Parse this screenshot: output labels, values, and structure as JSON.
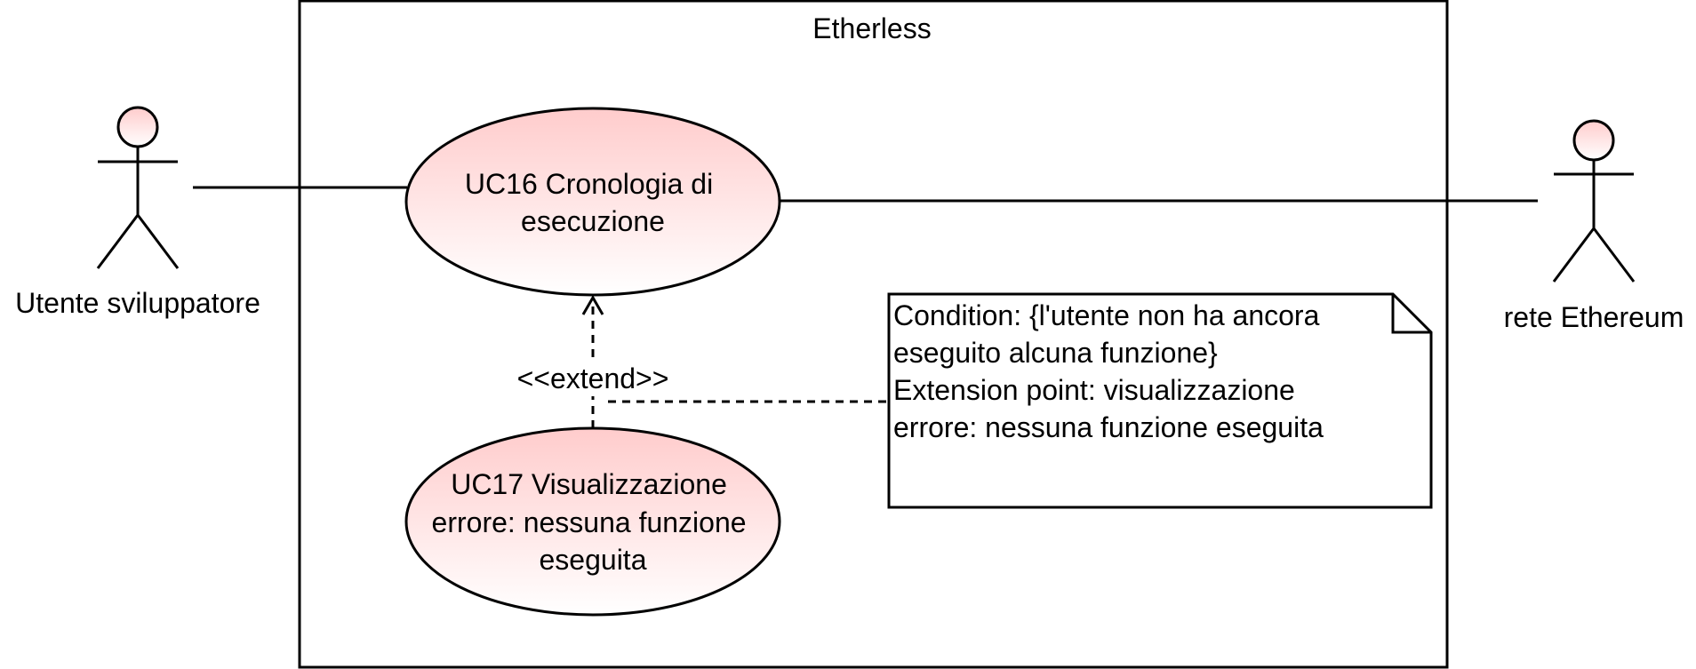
{
  "system": {
    "title": "Etherless"
  },
  "actors": {
    "developer": {
      "label": "Utente sviluppatore"
    },
    "network": {
      "label": "rete Ethereum"
    }
  },
  "use_cases": {
    "uc16": {
      "lines": [
        "UC16 Cronologia di",
        "esecuzione"
      ]
    },
    "uc17": {
      "lines": [
        "UC17 Visualizzazione",
        "errore: nessuna funzione",
        "eseguita"
      ]
    }
  },
  "relations": {
    "extend": {
      "label": "<<extend>>"
    }
  },
  "note": {
    "lines": [
      "Condition: {l'utente non ha ancora",
      "eseguito alcuna funzione}",
      "Extension point: visualizzazione",
      "errore: nessuna funzione eseguita"
    ]
  },
  "colors": {
    "gradient_top": "#ffcccc",
    "gradient_bottom": "#ffffff",
    "stroke": "#000000"
  }
}
